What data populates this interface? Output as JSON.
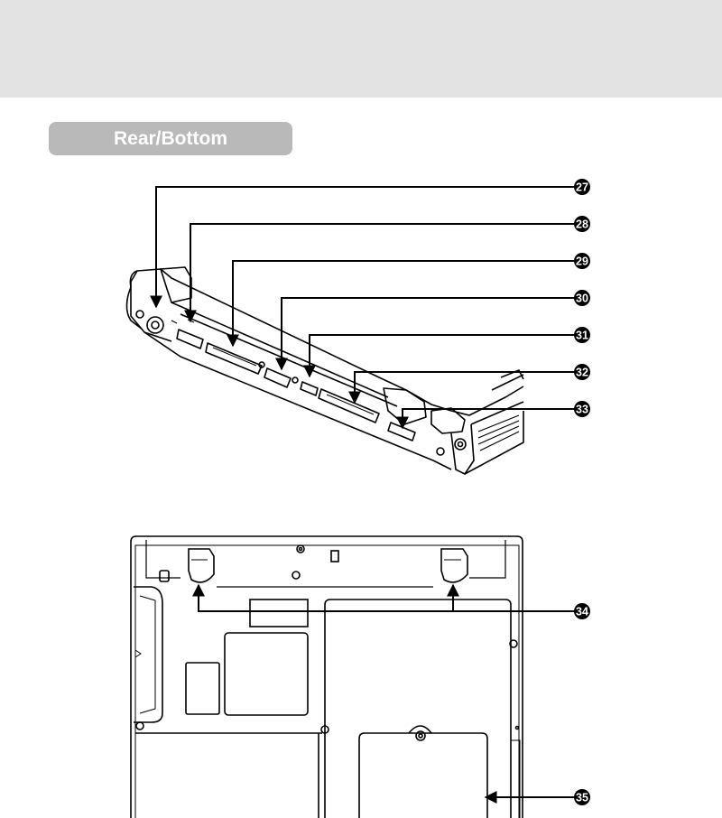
{
  "section": {
    "title": "Rear/Bottom"
  },
  "callouts": [
    "27",
    "28",
    "29",
    "30",
    "31",
    "32",
    "33",
    "34",
    "35"
  ]
}
